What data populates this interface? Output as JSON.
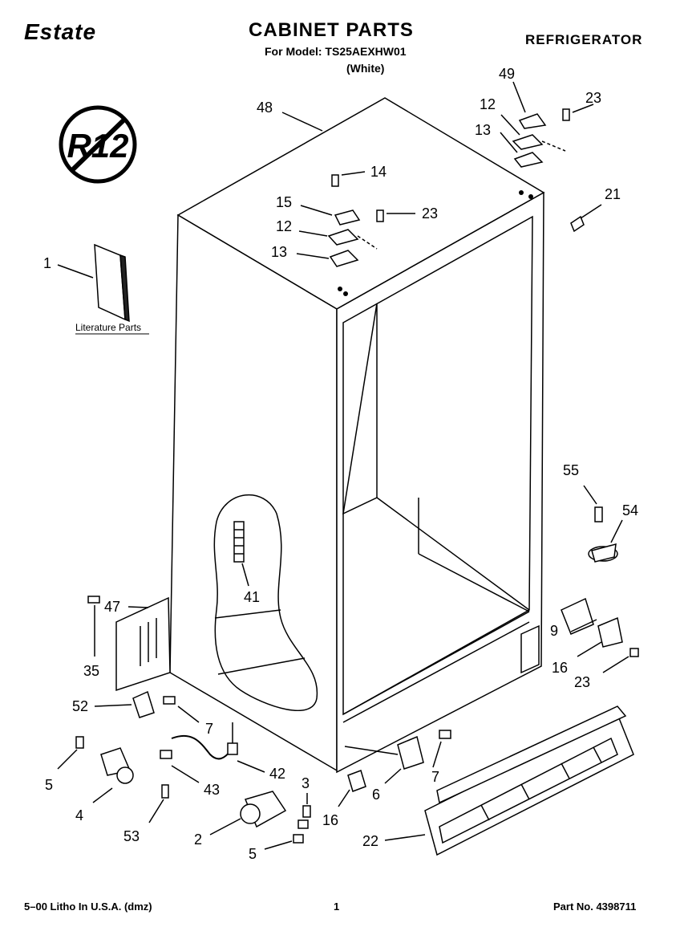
{
  "header": {
    "brand": "Estate",
    "title": "CABINET PARTS",
    "model_line": "For Model: TS25AEXHW01",
    "color_line": "(White)",
    "category": "REFRIGERATOR"
  },
  "badge": {
    "text": "R12"
  },
  "literature": {
    "label": "Literature Parts"
  },
  "callouts": [
    {
      "id": "c1",
      "text": "1"
    },
    {
      "id": "c48",
      "text": "48"
    },
    {
      "id": "c49",
      "text": "49"
    },
    {
      "id": "c12a",
      "text": "12"
    },
    {
      "id": "c23a",
      "text": "23"
    },
    {
      "id": "c13a",
      "text": "13"
    },
    {
      "id": "c14",
      "text": "14"
    },
    {
      "id": "c21",
      "text": "21"
    },
    {
      "id": "c15",
      "text": "15"
    },
    {
      "id": "c23b",
      "text": "23"
    },
    {
      "id": "c12b",
      "text": "12"
    },
    {
      "id": "c13b",
      "text": "13"
    },
    {
      "id": "c55",
      "text": "55"
    },
    {
      "id": "c54",
      "text": "54"
    },
    {
      "id": "c41",
      "text": "41"
    },
    {
      "id": "c47",
      "text": "47"
    },
    {
      "id": "c35",
      "text": "35"
    },
    {
      "id": "c9",
      "text": "9"
    },
    {
      "id": "c16a",
      "text": "16"
    },
    {
      "id": "c23c",
      "text": "23"
    },
    {
      "id": "c52",
      "text": "52"
    },
    {
      "id": "c7a",
      "text": "7"
    },
    {
      "id": "c5a",
      "text": "5"
    },
    {
      "id": "c42",
      "text": "42"
    },
    {
      "id": "c3",
      "text": "3"
    },
    {
      "id": "c7b",
      "text": "7"
    },
    {
      "id": "c43",
      "text": "43"
    },
    {
      "id": "c6",
      "text": "6"
    },
    {
      "id": "c4",
      "text": "4"
    },
    {
      "id": "c16b",
      "text": "16"
    },
    {
      "id": "c53",
      "text": "53"
    },
    {
      "id": "c2",
      "text": "2"
    },
    {
      "id": "c22",
      "text": "22"
    },
    {
      "id": "c5b",
      "text": "5"
    }
  ],
  "footer": {
    "left": "5–00 Litho In U.S.A. (dmz)",
    "center": "1",
    "right": "Part No. 4398711"
  }
}
